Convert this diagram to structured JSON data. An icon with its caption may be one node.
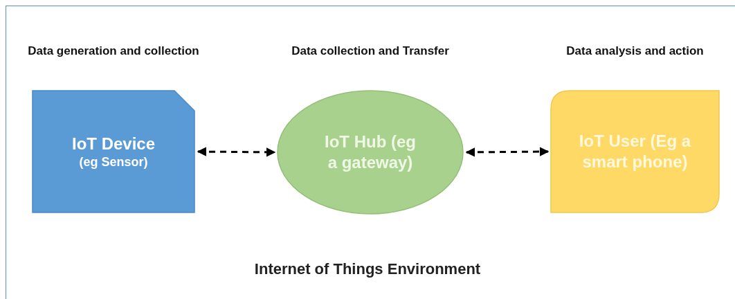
{
  "diagram": {
    "title": "Internet of Things Environment",
    "nodes": [
      {
        "text": [
          "Data generation and collection",
          "IoT Device",
          "(eg Sensor)"
        ]
      },
      {
        "text": [
          "Data collection and Transfer",
          "IoT Hub (eg a gateway)"
        ]
      },
      {
        "text": [
          "Data analysis and action",
          "IoT User (Eg a smart phone)"
        ]
      }
    ],
    "edges": [
      {
        "from": 0,
        "to": 1,
        "arrow": "both",
        "style": "dashed"
      },
      {
        "from": 1,
        "to": 2,
        "arrow": "both",
        "style": "dashed"
      }
    ]
  }
}
